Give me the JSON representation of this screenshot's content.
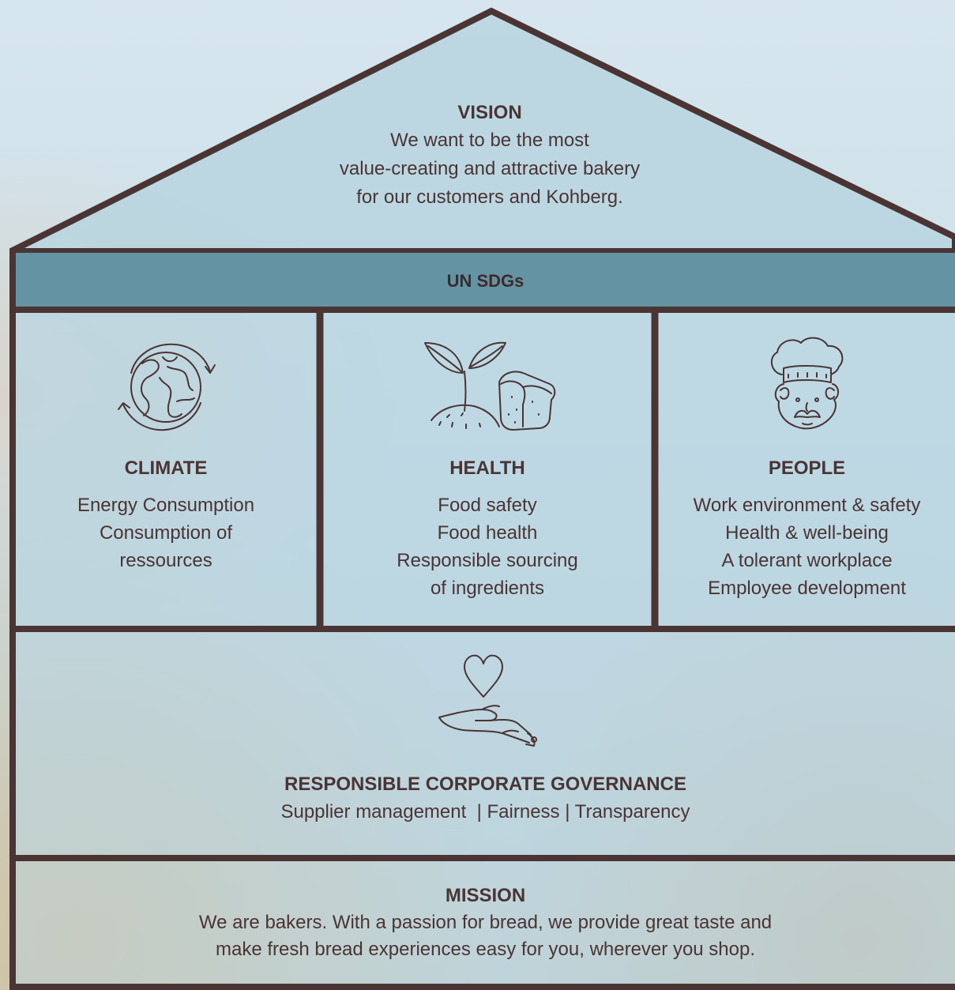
{
  "vision": {
    "title": "VISION",
    "lines": [
      "We want to be the most",
      "value-creating and attractive bakery",
      "for our customers and Kohberg."
    ]
  },
  "sdgs": {
    "label": "UN SDGs"
  },
  "pillars": [
    {
      "title": "CLIMATE",
      "icon": "globe-recycle-icon",
      "lines": [
        "Energy Consumption",
        "Consumption of",
        "ressources"
      ]
    },
    {
      "title": "HEALTH",
      "icon": "sprout-bread-icon",
      "lines": [
        "Food safety",
        "Food health",
        "Responsible sourcing",
        "of ingredients"
      ]
    },
    {
      "title": "PEOPLE",
      "icon": "baker-chef-icon",
      "lines": [
        "Work environment & safety",
        "Health & well-being",
        "A tolerant workplace",
        "Employee development"
      ]
    }
  ],
  "governance": {
    "title": "RESPONSIBLE CORPORATE GOVERNANCE",
    "icon": "heart-hand-icon",
    "subtitle": "Supplier management  | Fairness | Transparency"
  },
  "mission": {
    "title": "MISSION",
    "lines": [
      "We are bakers. With a passion for bread, we provide great taste and",
      "make fresh bread experiences easy for you, wherever you shop."
    ]
  },
  "colors": {
    "outline": "#4a3434",
    "band": "#6494a4",
    "panel": "#b9d6e2"
  }
}
